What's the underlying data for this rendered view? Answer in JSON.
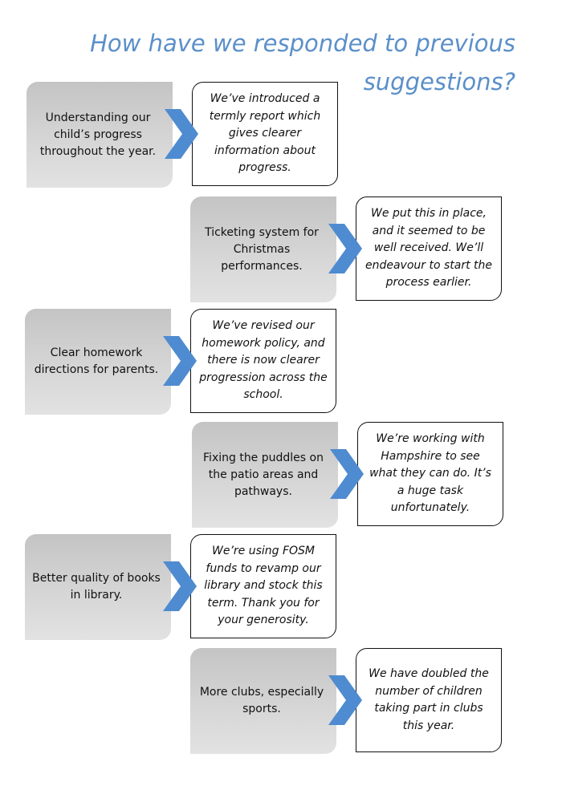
{
  "title": "How have we responded to previous suggestions?",
  "colors": {
    "title": "#5b8fc9",
    "chevron": "#4f8bd0",
    "suggestion_box_top": "#c4c4c4",
    "suggestion_box_bottom": "#e2e2e2"
  },
  "icons": {
    "arrow": "chevron-right-icon"
  },
  "items": [
    {
      "suggestion": "Understanding our child’s progress throughout the year.",
      "response": "We’ve introduced a termly report which gives clearer information about progress."
    },
    {
      "suggestion": "Ticketing system for Christmas performances.",
      "response": "We put this in place, and it seemed to be well received. We’ll endeavour to start the process earlier."
    },
    {
      "suggestion": "Clear homework directions for parents.",
      "response": "We’ve revised our homework policy, and there is now clearer progression across the school."
    },
    {
      "suggestion": "Fixing the puddles on the patio areas and pathways.",
      "response": "We’re working with Hampshire to see what they can do. It’s a huge task unfortunately."
    },
    {
      "suggestion": "Better quality of books in library.",
      "response": "We’re using FOSM funds to revamp our library and stock this term. Thank you for your generosity."
    },
    {
      "suggestion": "More clubs, especially sports.",
      "response": "We have doubled the number of children taking part in clubs this year."
    }
  ]
}
